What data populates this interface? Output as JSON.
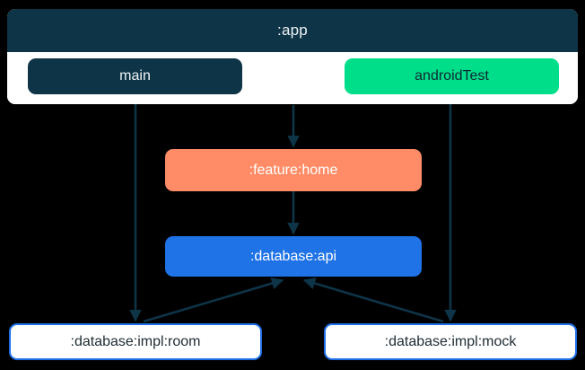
{
  "diagram": {
    "type": "dependency-graph",
    "background": "#000000",
    "subgraph": {
      "title": ":app",
      "title_bg": "#0E3447",
      "title_color": "#eef3f5",
      "body_bg": "#ffffff",
      "source_sets": [
        {
          "label": "main",
          "color": "#0E3447",
          "text_color": "#f0f4f6"
        },
        {
          "label": "androidTest",
          "color": "#00DE8A",
          "text_color": "#0d2a33"
        }
      ]
    },
    "nodes": [
      {
        "id": "feature-home",
        "label": ":feature:home",
        "color": "#FF8C66",
        "text_color": "#ffffff"
      },
      {
        "id": "database-api",
        "label": ":database:api",
        "color": "#1F73E6",
        "text_color": "#ffffff"
      },
      {
        "id": "database-impl-room",
        "label": ":database:impl:room",
        "color": "#ffffff",
        "border_color": "#1F6FE8",
        "text_color": "#1d2b33"
      },
      {
        "id": "database-impl-mock",
        "label": ":database:impl:mock",
        "color": "#ffffff",
        "border_color": "#1F6FE8",
        "text_color": "#1d2b33"
      }
    ],
    "edges": [
      {
        "from": "app",
        "to": "feature-home",
        "color": "#0E3447"
      },
      {
        "from": "feature-home",
        "to": "database-api",
        "color": "#0E3447"
      },
      {
        "from": "main",
        "to": "database-impl-room",
        "color": "#0E3447"
      },
      {
        "from": "androidTest",
        "to": "database-impl-mock",
        "color": "#0E3447"
      },
      {
        "from": "database-impl-room",
        "to": "database-api",
        "color": "#0E3447"
      },
      {
        "from": "database-impl-mock",
        "to": "database-api",
        "color": "#0E3447"
      }
    ],
    "edge_color": "#0E3447"
  }
}
